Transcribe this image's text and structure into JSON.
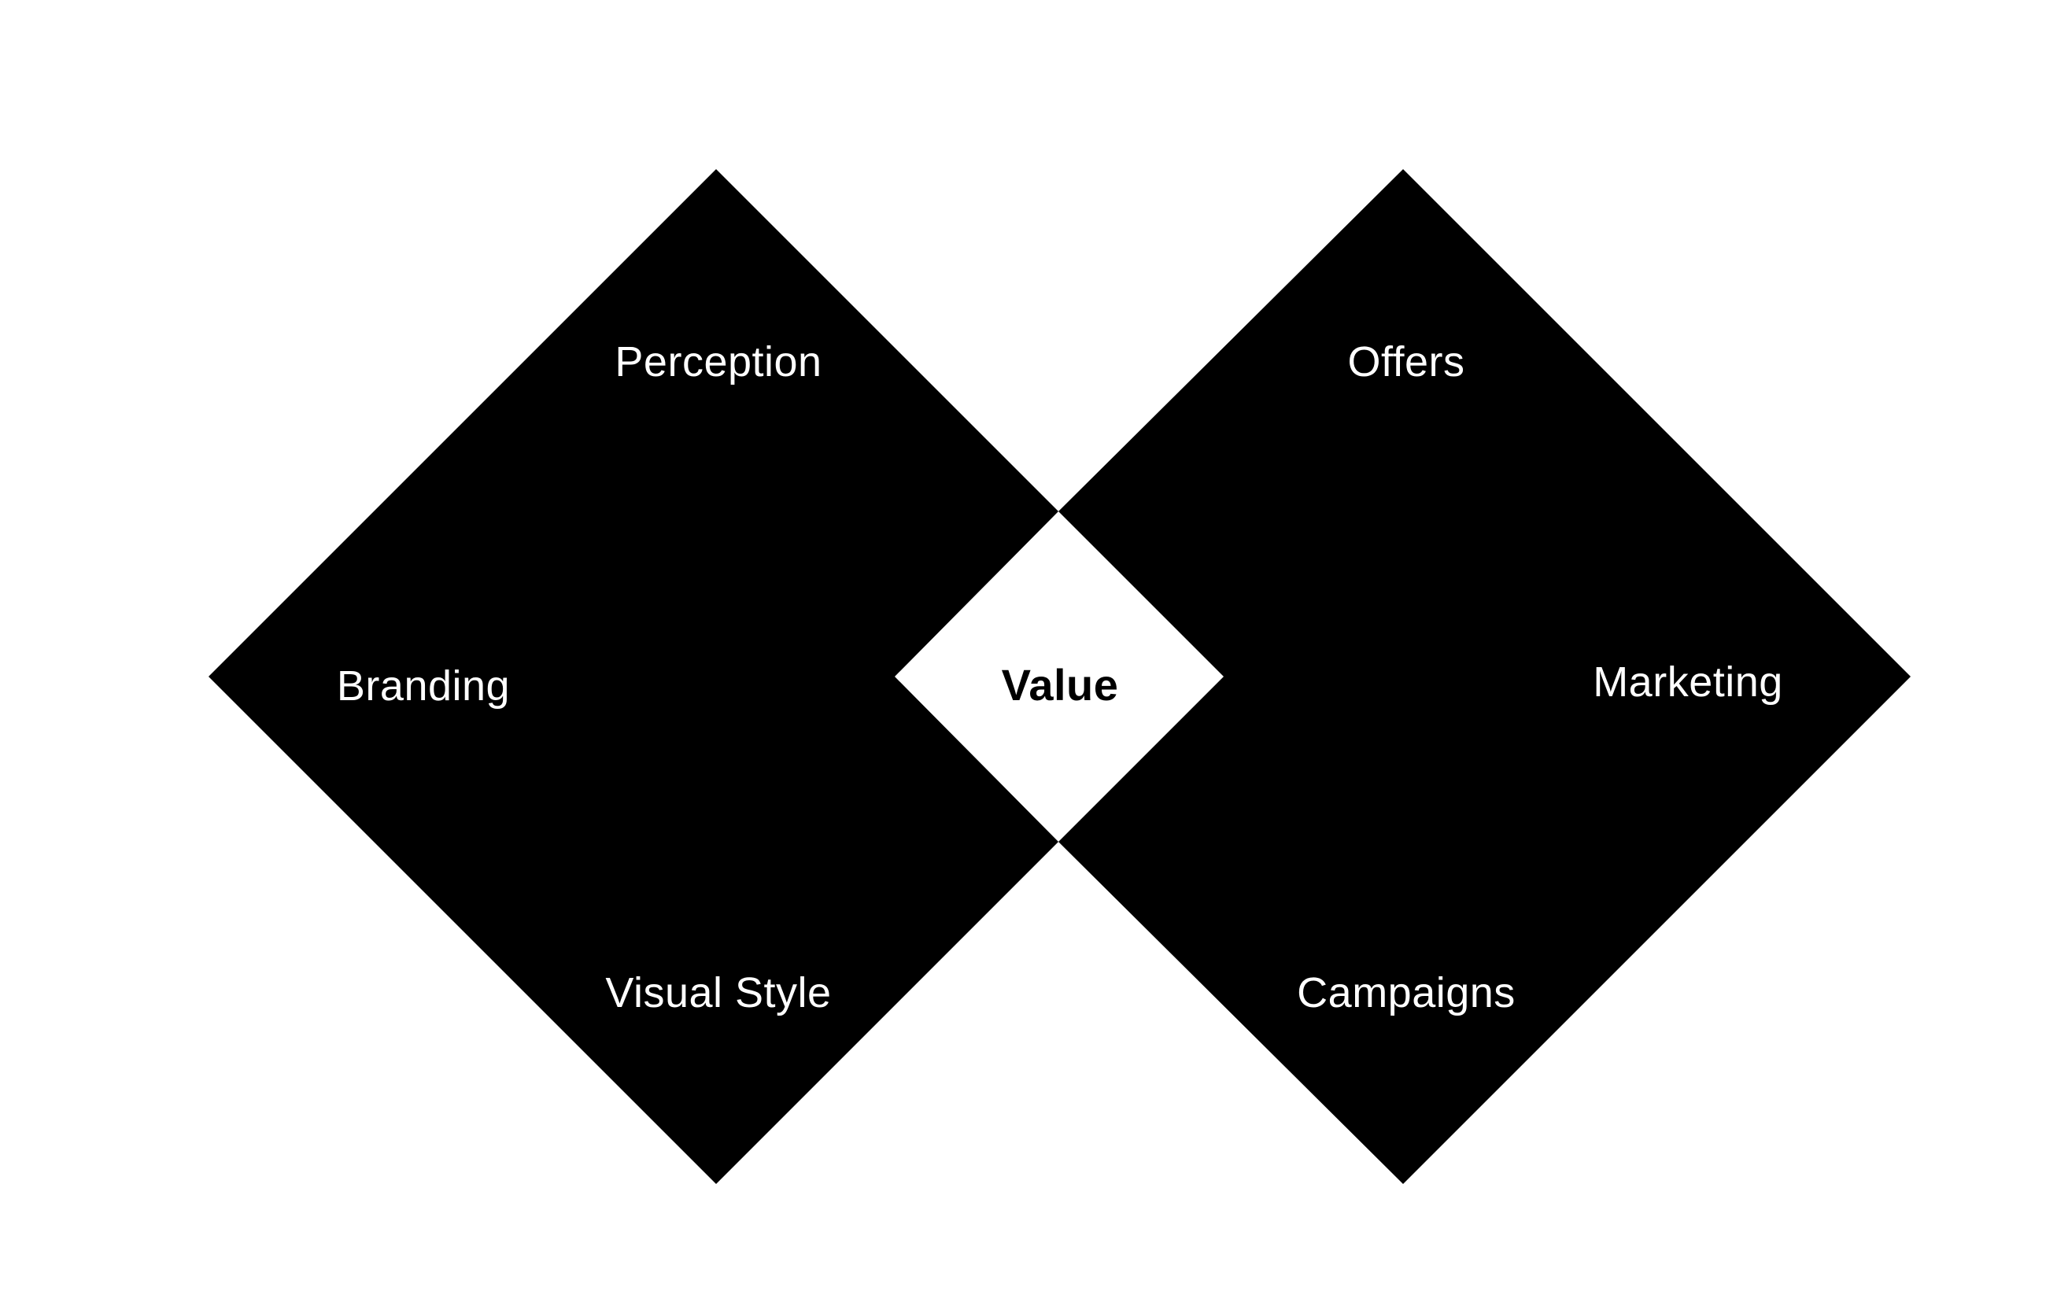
{
  "diagram": {
    "left_diamond": {
      "top_label": "Perception",
      "side_label": "Branding",
      "bottom_label": "Visual Style"
    },
    "right_diamond": {
      "top_label": "Offers",
      "side_label": "Marketing",
      "bottom_label": "Campaigns"
    },
    "center_label": "Value"
  },
  "colors": {
    "background": "#ffffff",
    "diamond_fill": "#000000",
    "label_on_dark": "#ffffff",
    "center_label": "#000000"
  }
}
